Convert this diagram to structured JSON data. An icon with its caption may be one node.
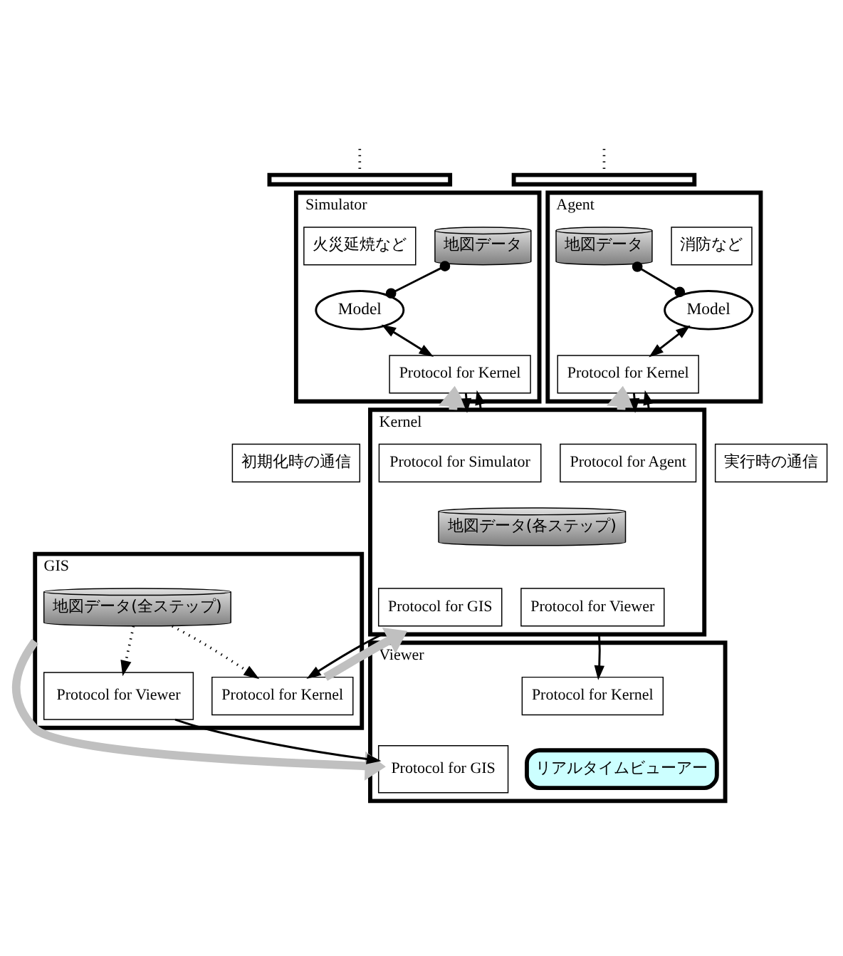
{
  "diagram": {
    "nodes": [
      {
        "text": [
          "Simulator"
        ]
      },
      {
        "text": [
          "火災延焼など"
        ],
        "in": 0
      },
      {
        "text": [
          "地図データ"
        ],
        "in": 0
      },
      {
        "text": [
          "Model"
        ],
        "in": 0
      },
      {
        "text": [
          "Protocol for Kernel"
        ],
        "in": 0
      },
      {
        "text": [
          "Agent"
        ]
      },
      {
        "text": [
          "地図データ"
        ],
        "in": 5
      },
      {
        "text": [
          "消防など"
        ],
        "in": 5
      },
      {
        "text": [
          "Model"
        ],
        "in": 5
      },
      {
        "text": [
          "Protocol for Kernel"
        ],
        "in": 5
      },
      {
        "text": [
          "Kernel"
        ]
      },
      {
        "text": [
          "Protocol for Simulator"
        ],
        "in": 10
      },
      {
        "text": [
          "Protocol for Agent"
        ],
        "in": 10
      },
      {
        "text": [
          "地図データ(各ステップ)"
        ],
        "in": 10
      },
      {
        "text": [
          "Protocol for GIS"
        ],
        "in": 10
      },
      {
        "text": [
          "Protocol for Viewer"
        ],
        "in": 10
      },
      {
        "text": [
          "GIS"
        ]
      },
      {
        "text": [
          "Protocol for Kernel"
        ],
        "in": 16
      },
      {
        "text": [
          "地図データ(全ステップ)"
        ],
        "in": 16
      },
      {
        "text": [
          "Protocol for Viewer"
        ],
        "in": 16
      },
      {
        "text": [
          "Viewer"
        ]
      },
      {
        "text": [
          "Protocol for Kernel"
        ],
        "in": 20
      },
      {
        "text": [
          "Protocol for GIS"
        ],
        "in": 20
      },
      {
        "text": [
          "リアルタイムビューアー"
        ],
        "in": 20
      },
      {
        "text": [
          "初期化時の通信"
        ]
      },
      {
        "text": [
          "実行時の通信"
        ]
      },
      {
        "text": [],
        "shape": "bar"
      },
      {
        "text": [],
        "shape": "bar"
      }
    ],
    "edges": [
      {
        "from": 26,
        "to": null,
        "arrow": "none",
        "style": "dashed"
      },
      {
        "from": 27,
        "to": null,
        "arrow": "none",
        "style": "dashed"
      },
      {
        "from": 2,
        "to": 3,
        "arrow": "other"
      },
      {
        "from": 3,
        "to": 4,
        "arrow": "both"
      },
      {
        "from": 6,
        "to": 8,
        "arrow": "other"
      },
      {
        "from": 8,
        "to": 9,
        "arrow": "both"
      },
      {
        "from": 10,
        "to": 4,
        "arrow": "to",
        "style": "thick",
        "color": "#c0c0c0"
      },
      {
        "from": 4,
        "to": 10,
        "arrow": "to"
      },
      {
        "from": 10,
        "to": 4,
        "arrow": "to"
      },
      {
        "from": 10,
        "to": 9,
        "arrow": "to",
        "style": "thick",
        "color": "#c0c0c0"
      },
      {
        "from": 9,
        "to": 10,
        "arrow": "to"
      },
      {
        "from": 10,
        "to": 9,
        "arrow": "to"
      },
      {
        "from": 10,
        "to": 17,
        "arrow": "to"
      },
      {
        "from": 17,
        "to": 10,
        "arrow": "to",
        "style": "thick",
        "color": "#c0c0c0"
      },
      {
        "from": 10,
        "to": 21,
        "arrow": "to"
      },
      {
        "from": 18,
        "to": 17,
        "arrow": "to",
        "style": "dashed"
      },
      {
        "from": 18,
        "to": 19,
        "arrow": "to",
        "style": "dashed"
      },
      {
        "from": 19,
        "to": 22,
        "arrow": "to"
      },
      {
        "from": 16,
        "to": 22,
        "arrow": "to",
        "style": "thick",
        "color": "#c0c0c0"
      }
    ]
  }
}
